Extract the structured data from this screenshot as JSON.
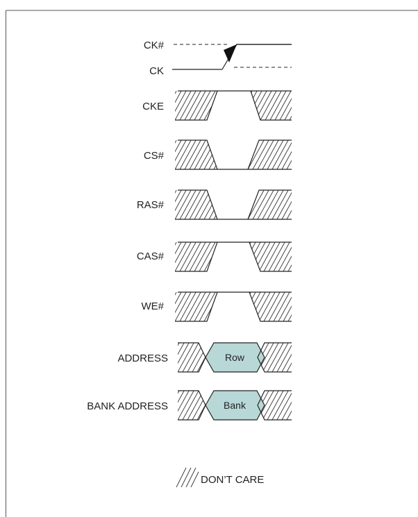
{
  "signals": {
    "ck_n": "CK#",
    "ck": "CK",
    "cke": "CKE",
    "cs_n": "CS#",
    "ras_n": "RAS#",
    "cas_n": "CAS#",
    "we_n": "WE#",
    "address": "ADDRESS",
    "bank_address": "BANK ADDRESS"
  },
  "bus_values": {
    "row": "Row",
    "bank": "Bank"
  },
  "legend": {
    "dont_care": "DON’T CARE"
  },
  "colors": {
    "bus_fill": "#b8d7d7",
    "stroke": "#222222"
  }
}
